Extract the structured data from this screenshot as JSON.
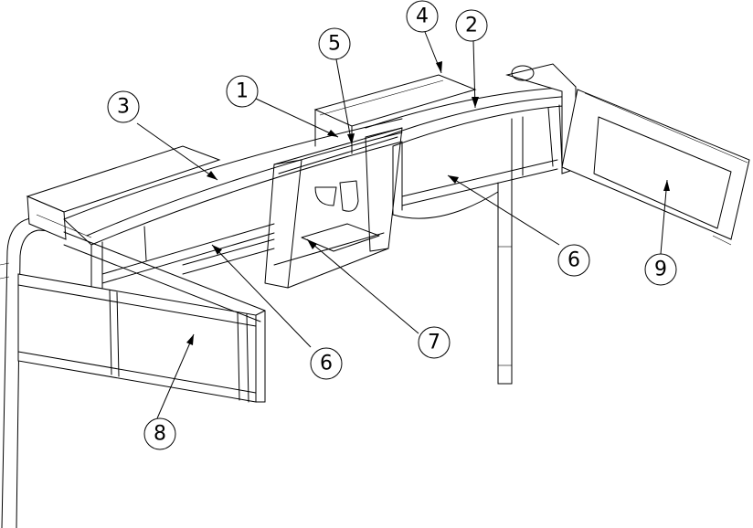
{
  "callouts": [
    {
      "id": "c1",
      "label": "1"
    },
    {
      "id": "c2",
      "label": "2"
    },
    {
      "id": "c3",
      "label": "3"
    },
    {
      "id": "c4",
      "label": "4"
    },
    {
      "id": "c5",
      "label": "5"
    },
    {
      "id": "c6a",
      "label": "6"
    },
    {
      "id": "c6b",
      "label": "6"
    },
    {
      "id": "c7",
      "label": "7"
    },
    {
      "id": "c8",
      "label": "8"
    },
    {
      "id": "c9",
      "label": "9"
    }
  ]
}
